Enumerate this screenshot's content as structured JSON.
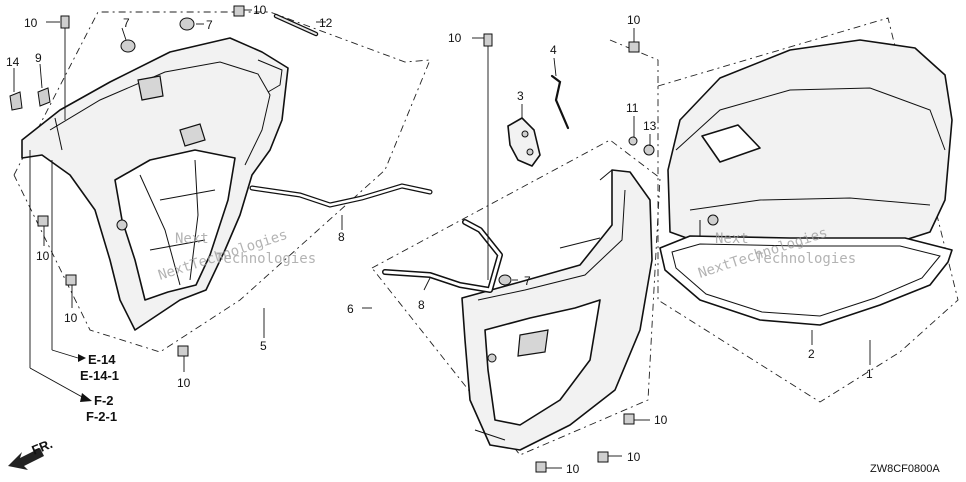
{
  "labels": {
    "cover_assy": "1",
    "seal_rubber": "2",
    "hook": "3",
    "spring": "4",
    "under_case_rear": "5",
    "under_case_front": "6",
    "grommet": "7",
    "lever": "8",
    "plug": "9",
    "bolt": "10",
    "washer": "11",
    "pin": "12",
    "nut": "13",
    "clip": "14"
  },
  "refs": {
    "e14": "E-14",
    "e14_1": "E-14-1",
    "f2": "F-2",
    "f2_1": "F-2-1",
    "front_arrow": "FR."
  },
  "watermark": "NextTechnologies",
  "watermark_words": [
    "Next",
    "Technologies"
  ],
  "diagram_code": "ZW8CF0800A",
  "icons": {
    "front_arrow": "arrow-left-down-icon",
    "bolt": "flange-bolt-icon"
  }
}
